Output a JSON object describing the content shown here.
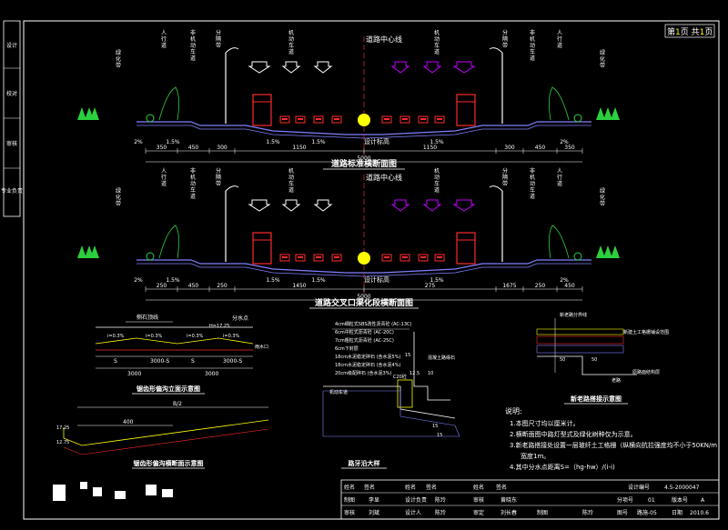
{
  "page_indicator": {
    "prefix": "第",
    "current": "1",
    "mid": "页 共",
    "total": "1",
    "suffix": "页"
  },
  "left_strip": [
    "设计",
    "校对",
    "审核",
    "专业负责"
  ],
  "section1": {
    "title": "道路标准横断面图",
    "center_label": "道路中心线",
    "elevation_label": "设计标高",
    "zone_labels": [
      "绿化带",
      "人行道",
      "非机动车道",
      "分隔带",
      "机动车道",
      "机动车道",
      "分隔带",
      "非机动车道",
      "人行道",
      "绿化带"
    ],
    "slopes": [
      "2%",
      "1.5%",
      "1.5%",
      "1.5%",
      "1.5%",
      "2%"
    ],
    "dims": [
      "350",
      "450",
      "300",
      "1150",
      "1150",
      "300",
      "450",
      "350"
    ],
    "total": "5000"
  },
  "section2": {
    "title": "道路交叉口渠化段横断面图",
    "center_label": "道路中心线",
    "elevation_label": "设计标高",
    "zone_labels": [
      "绿化带",
      "人行道",
      "非机动车道",
      "分隔带",
      "机动车道",
      "机动车道",
      "分隔带",
      "非机动车道",
      "人行道",
      "绿化带"
    ],
    "slopes": [
      "2%",
      "1.5%",
      "1.5%",
      "1.5%",
      "1.5%",
      "2%"
    ],
    "dims": [
      "250",
      "450",
      "250",
      "1450",
      "275",
      "1675",
      "250",
      "450"
    ],
    "total": "5000"
  },
  "detail_ditch": {
    "title": "锯齿形偏沟立面示意图",
    "labels": [
      "侧石顶线",
      "分水点",
      "雨水口"
    ],
    "dims": [
      "S",
      "3000-S",
      "S",
      "3000-S",
      "3000",
      "3000"
    ],
    "grades": [
      "i=0.3%",
      "i=0.3%",
      "i=0.3%",
      "i=0.3%"
    ],
    "dim_h": "H=17.25"
  },
  "detail_ditch_cross": {
    "title": "锯齿形偏沟横断面示意图",
    "dims": [
      "B/2",
      "400",
      "17.25",
      "12.75"
    ]
  },
  "detail_curb": {
    "title": "路牙沿大样",
    "layers": [
      "4cm细粒式SBS改性沥青砼 (AC-13C)",
      "6cm中粒式沥青砼 (AC-20C)",
      "7cm粗粒式沥青砼 (AC-25C)",
      "6cm下封层",
      "18cm水泥稳定碎石 (含水泥5%)",
      "18cm水泥稳定碎石 (含水泥4%)",
      "20cm级配碎石 (含水泥3%)"
    ],
    "labels": [
      "混凝土路缘石",
      "机动车道",
      "C20砼",
      "15",
      "12.5",
      "10",
      "15",
      "15"
    ]
  },
  "detail_old_road": {
    "title": "新老路搭接示意图",
    "labels": [
      "新老路分界线",
      "新建土工格栅铺设范围",
      "老路",
      "原路面结构层",
      "50",
      "50"
    ]
  },
  "notes": {
    "heading": "说明:",
    "items": [
      "1.本图尺寸均以厘米计。",
      "2.横断面图中路灯型式及绿化树种仅为示意。",
      "3.新老路搭接处设置一层玻纤土工格栅（纵横向抗拉强度均不小于50KN/m",
      "宽度1m。",
      "4.其中分水点距离S=（hg-hw）/(i-i)"
    ]
  },
  "title_block": {
    "row1": [
      "姓名",
      "签名",
      "姓名",
      "签名",
      "姓名",
      "签名",
      "设计编号",
      "4.5-2000047"
    ],
    "row2": [
      "制图",
      "李显",
      "设计负责",
      "陈玲",
      "审核",
      "黄晓东",
      "分项号",
      "01",
      "版本号",
      "A"
    ],
    "row3": [
      "审核",
      "刘斌",
      "设计人",
      "陈玲",
      "审定",
      "刘长春",
      "制图",
      "陈玲",
      "图号",
      "路施-05",
      "日期",
      "2010.6"
    ]
  },
  "colors": {
    "frame": "#ffffff",
    "road": "#7f7fff",
    "green": "#2bd03f",
    "red": "#ff2a2a",
    "magenta": "#c000ff",
    "yellow": "#ffff00",
    "cyan": "#00ffff",
    "dim": "#30e0ff"
  }
}
